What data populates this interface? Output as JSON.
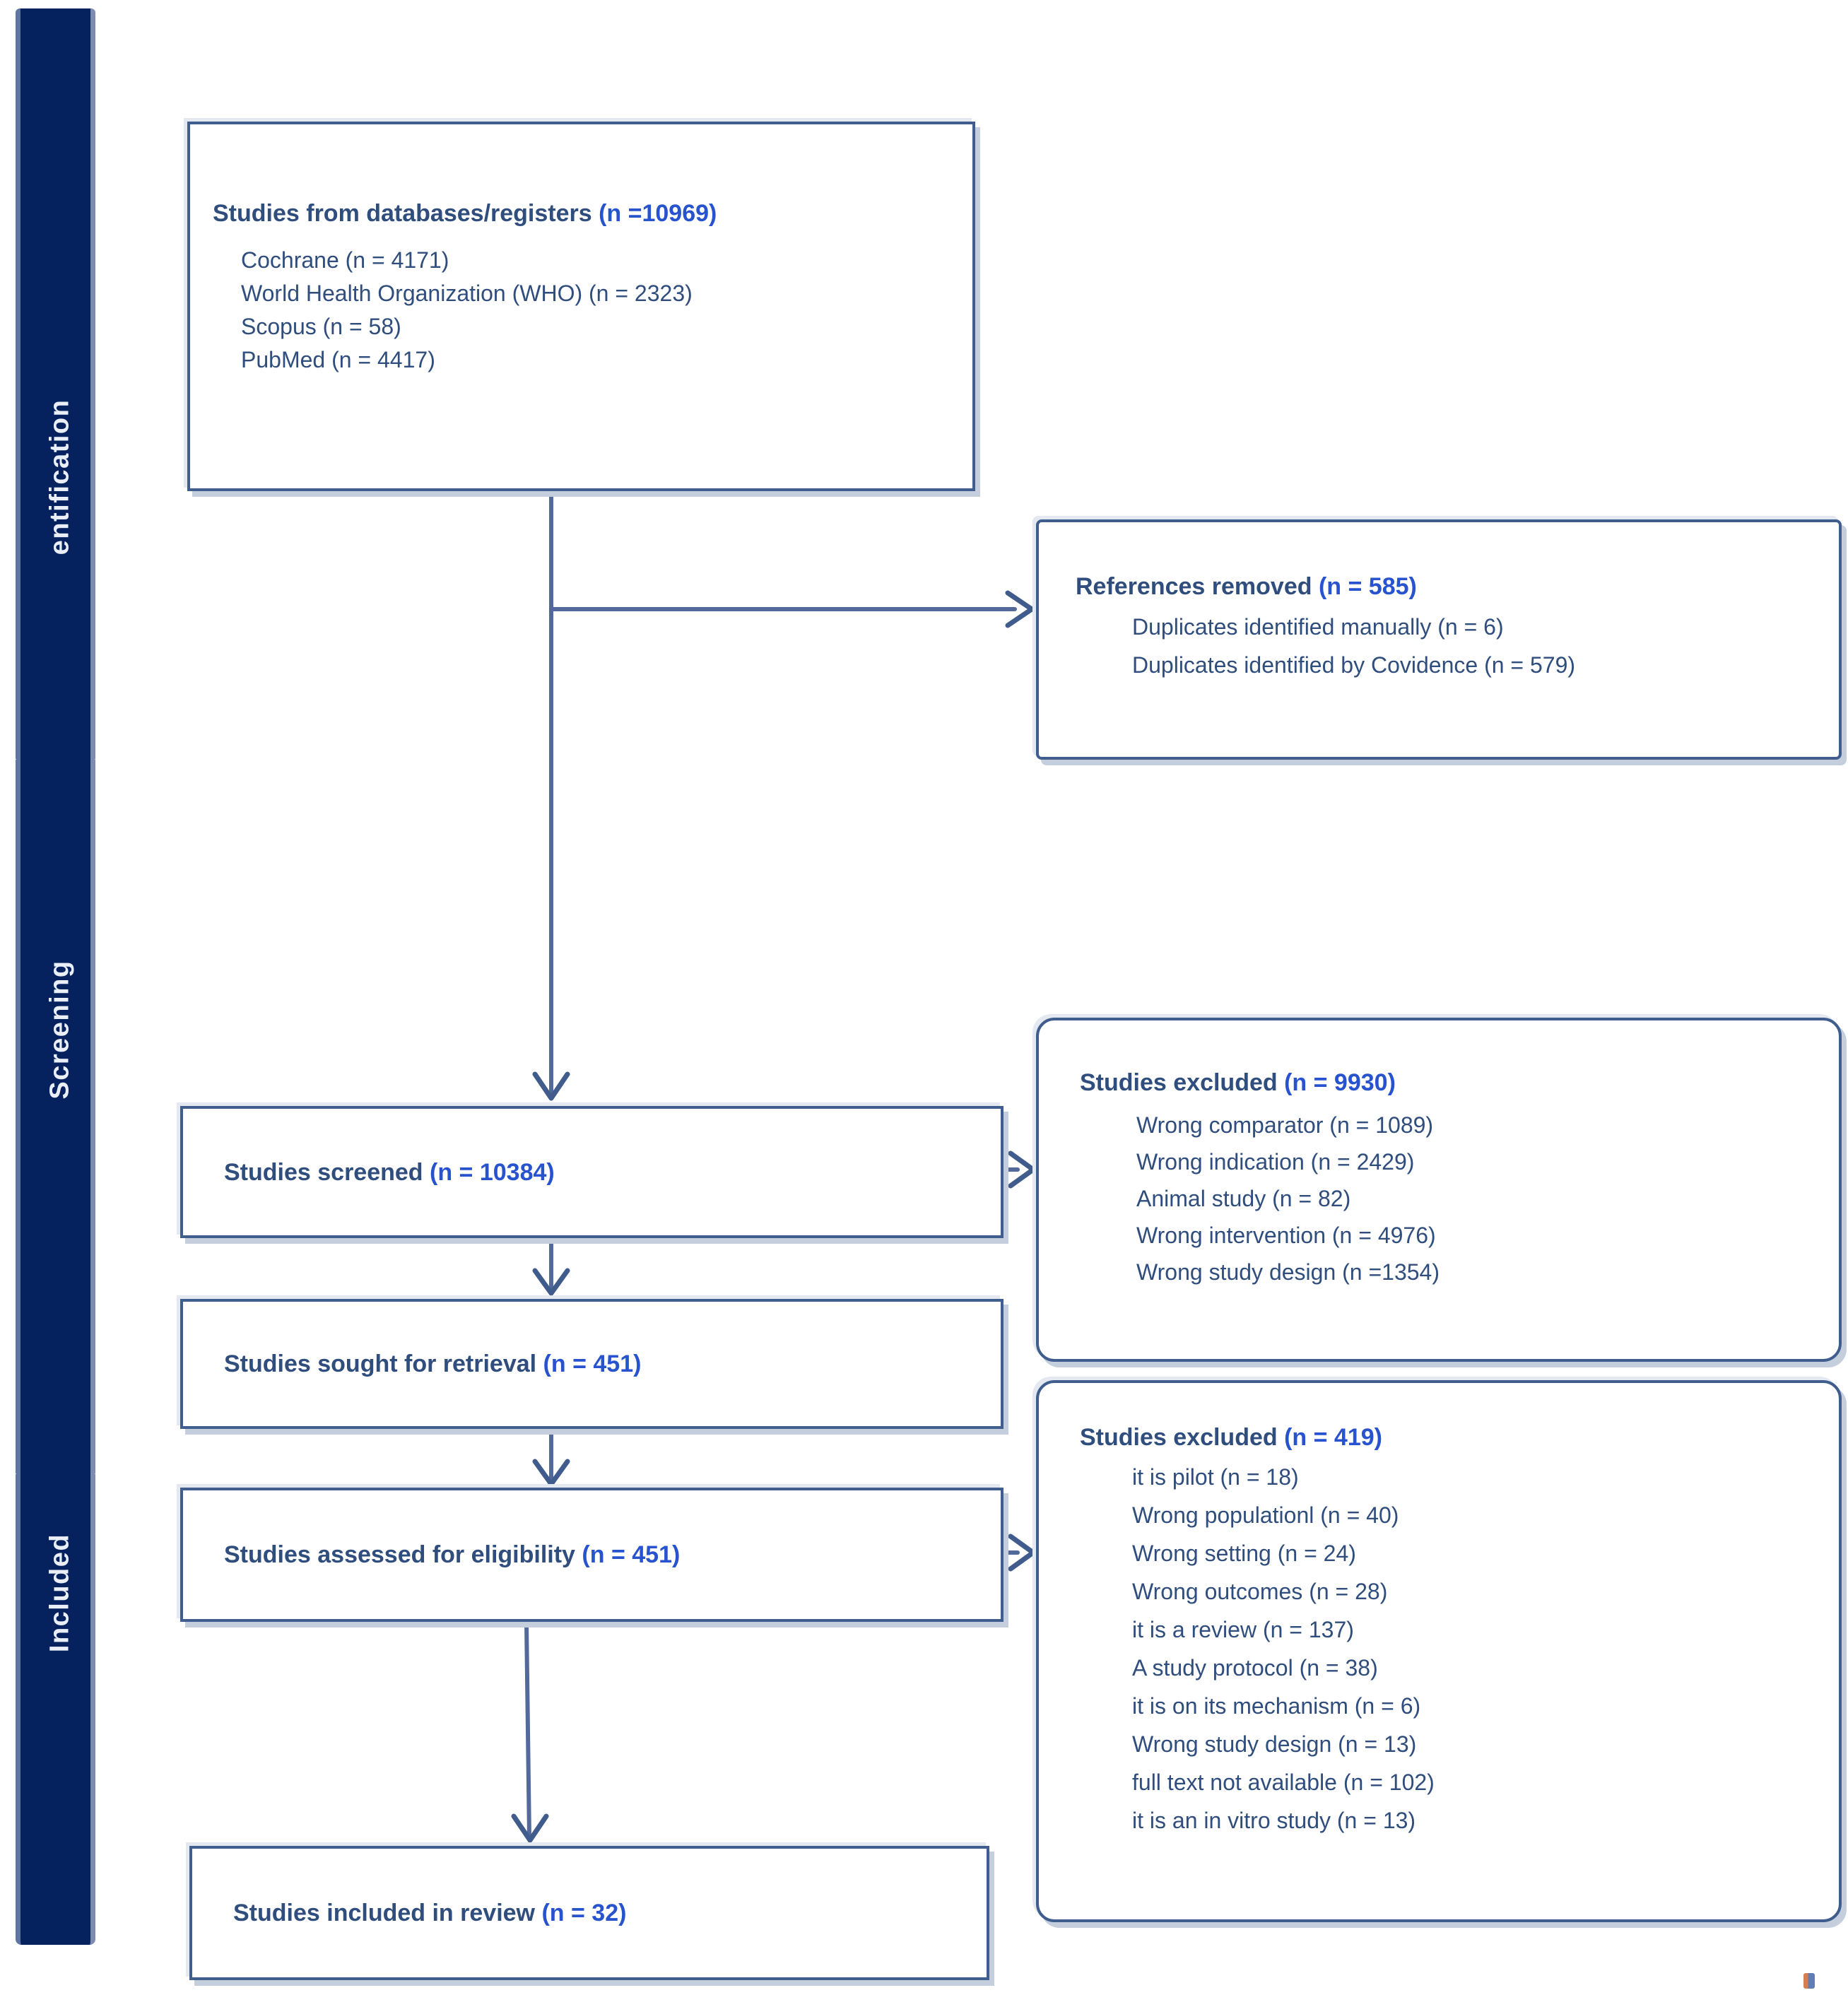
{
  "figure": {
    "type": "prisma-flow-diagram"
  },
  "sidebar": {
    "bars": [
      {
        "label": "entification"
      },
      {
        "label": "Screening"
      },
      {
        "label": "Included"
      }
    ]
  },
  "boxes": {
    "databases": {
      "title": "Studies from databases/registers ",
      "n": "(n =10969)",
      "items": [
        "Cochrane (n = 4171)",
        "World Health Organization (WHO) (n = 2323)",
        "Scopus (n = 58)",
        "PubMed (n = 4417)"
      ]
    },
    "references_removed": {
      "title": "References removed ",
      "n": "(n = 585)",
      "items": [
        "Duplicates identified manually (n = 6)",
        "Duplicates identified by Covidence (n = 579)"
      ]
    },
    "screened": {
      "title": "Studies screened ",
      "n": "(n = 10384)"
    },
    "excluded_screening": {
      "title": "Studies excluded ",
      "n": "(n = 9930)",
      "items": [
        "Wrong comparator (n = 1089)",
        "Wrong indication (n = 2429)",
        "Animal study (n = 82)",
        "Wrong intervention (n = 4976)",
        "Wrong study design (n =1354)"
      ]
    },
    "sought": {
      "title": "Studies sought for retrieval ",
      "n": "(n = 451)"
    },
    "assessed": {
      "title": "Studies assessed for eligibility ",
      "n": "(n = 451)"
    },
    "excluded_eligibility": {
      "title": "Studies excluded ",
      "n": "(n = 419)",
      "items": [
        "it is pilot (n = 18)",
        "Wrong populationl (n = 40)",
        "Wrong setting (n = 24)",
        "Wrong outcomes (n = 28)",
        "it is a review (n = 137)",
        "A study protocol (n = 38)",
        "it is on its mechanism (n = 6)",
        "Wrong study design (n = 13)",
        "full text not available (n = 102)",
        "it is an in vitro study (n = 13)"
      ]
    },
    "included": {
      "title": "Studies included in review ",
      "n": "(n = 32)"
    }
  },
  "colors": {
    "sidebar_navy": "#05215e",
    "sidebar_edge": "#5e74a3",
    "sidebar_text": "#e9eef7",
    "box_border": "#3f5e8e",
    "box_shadow": "#c5cedd",
    "arrow": "#52699a",
    "body_text": "#2f4d7d",
    "n_value_blue": "#2853cf"
  }
}
